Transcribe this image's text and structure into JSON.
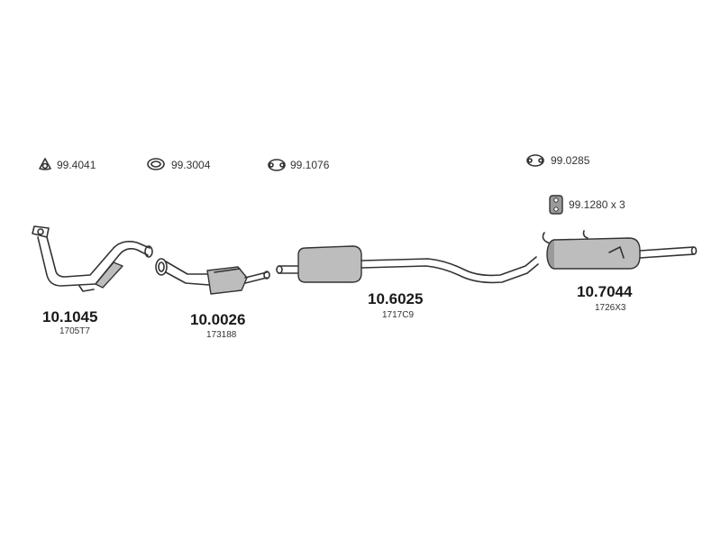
{
  "accessories": [
    {
      "code": "99.4041"
    },
    {
      "code": "99.3004"
    },
    {
      "code": "99.1076"
    },
    {
      "code": "99.0285"
    },
    {
      "code": "99.1280 x 3"
    }
  ],
  "parts": [
    {
      "number": "10.1045",
      "ref": "1705T7"
    },
    {
      "number": "10.0026",
      "ref": "173188"
    },
    {
      "number": "10.6025",
      "ref": "1717C9"
    },
    {
      "number": "10.7044",
      "ref": "1726X3"
    }
  ]
}
